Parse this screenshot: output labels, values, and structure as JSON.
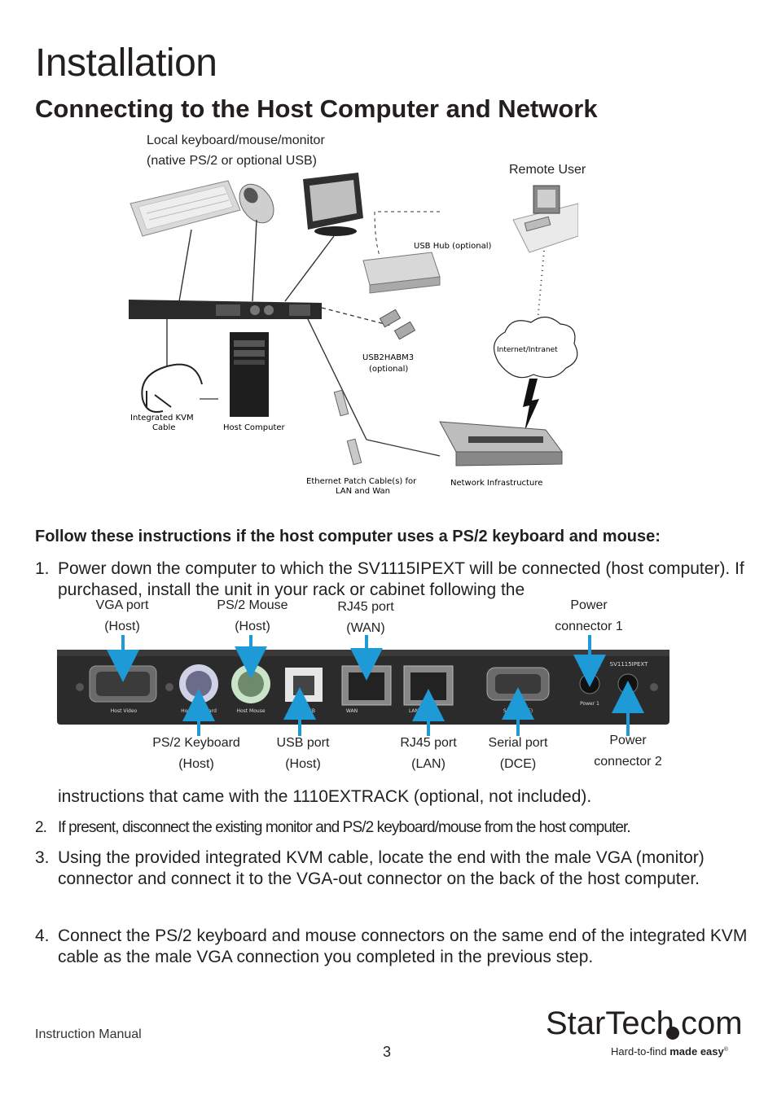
{
  "page": {
    "title": "Installation",
    "subtitle": "Connecting to the Host Computer and Network"
  },
  "diagram": {
    "local_label_line1": "Local keyboard/mouse/monitor",
    "local_label_line2": "(native PS/2 or optional USB)",
    "remote_user": "Remote User",
    "usb_hub": "USB Hub (optional)",
    "usb2habm3_line1": "USB2HABM3",
    "usb2habm3_line2": "(optional)",
    "internet": "Internet/Intranet",
    "kvm_cable_line1": "Integrated KVM",
    "kvm_cable_line2": "Cable",
    "host_computer": "Host Computer",
    "ethernet_line1": "Ethernet Patch Cable(s) for",
    "ethernet_line2": "LAN and Wan",
    "network_infra": "Network Infrastructure"
  },
  "instructions": {
    "heading": "Follow these instructions if the host computer uses a PS/2 keyboard and mouse:",
    "steps": [
      {
        "num": "1.",
        "text_a": "Power down the computer to which the SV1115IPEXT will be connected (host computer). If purchased, install the unit in your rack or cabinet following the",
        "text_b": "instructions that came with the 1110EXTRACK (optional, not included)."
      },
      {
        "num": "2.",
        "text": "If present, disconnect the existing monitor and PS/2 keyboard/mouse from the host computer."
      },
      {
        "num": "3.",
        "text": "Using the provided integrated KVM cable, locate the end with the male VGA (monitor) connector and connect it to the VGA-out connector on the back of the host computer."
      },
      {
        "num": "4.",
        "text": "Connect the PS/2 keyboard and mouse connectors on the same end of the integrated KVM cable as the male VGA connection you completed in the previous step."
      }
    ]
  },
  "ports": {
    "top": [
      {
        "l1": "VGA port",
        "l2": "(Host)"
      },
      {
        "l1": "PS/2 Mouse",
        "l2": "(Host)"
      },
      {
        "l1": "RJ45 port",
        "l2": "(WAN)"
      },
      {
        "l1": "Power",
        "l2": "connector 1"
      }
    ],
    "bottom": [
      {
        "l1": "PS/2 Keyboard",
        "l2": "(Host)"
      },
      {
        "l1": "USB port",
        "l2": "(Host)"
      },
      {
        "l1": "RJ45 port",
        "l2": "(LAN)"
      },
      {
        "l1": "Serial port",
        "l2": "(DCE)"
      },
      {
        "l1": "Power",
        "l2": "connector 2"
      }
    ],
    "panel_labels": [
      "Host Video",
      "Host Keyboard",
      "Host Mouse",
      "Host USB",
      "WAN",
      "LAN",
      "Serial (DCE)",
      "Power 1",
      "Power 2"
    ],
    "model_label": "SV1115IPEXT",
    "arrow_color": "#1e9bd7"
  },
  "footer": {
    "left": "Instruction Manual",
    "page_number": "3",
    "logo_text": "StarTech",
    "logo_suffix": "com",
    "tagline_a": "Hard-to-find ",
    "tagline_b": "made easy",
    "trademark": "®"
  }
}
